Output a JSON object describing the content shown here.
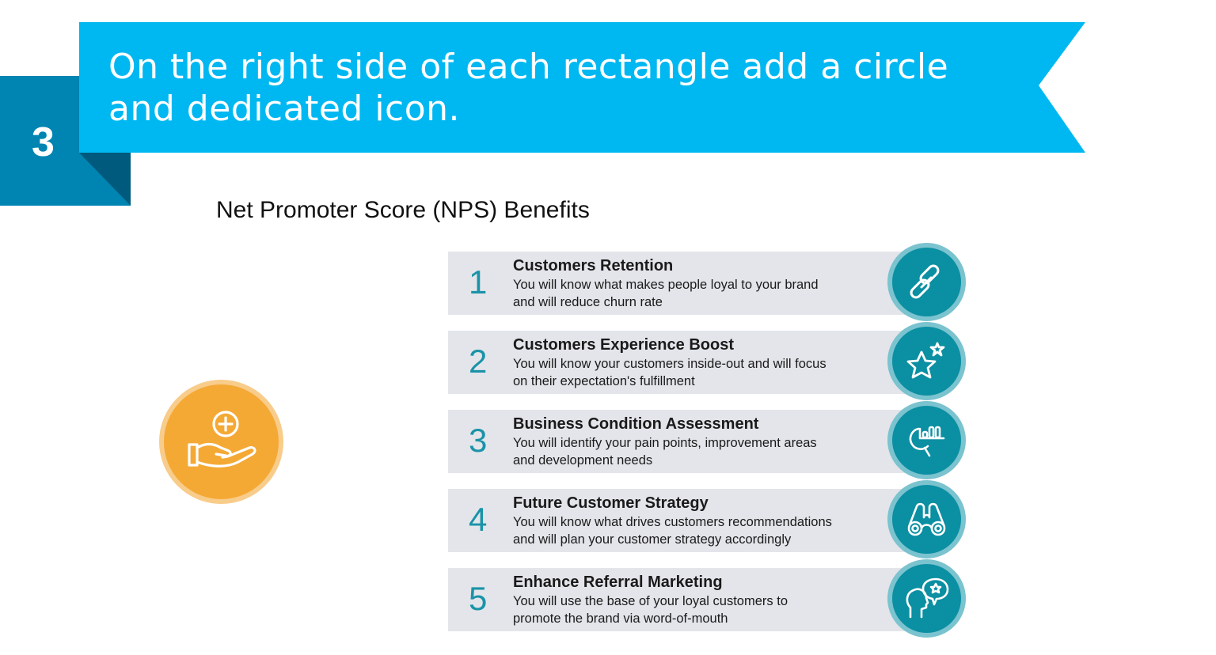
{
  "header": {
    "step_number": "3",
    "instruction_line1": "On the right side of each rectangle add a circle",
    "instruction_line2": "and dedicated icon.",
    "colors": {
      "banner": "#00b8f1",
      "step_block": "#0085b2",
      "step_fold": "#005a7e"
    }
  },
  "slide": {
    "title": "Net Promoter Score (NPS) Benefits",
    "hero_icon": "hand-plus-icon",
    "hero_color": "#f4a935"
  },
  "benefits": [
    {
      "number": "1",
      "title": "Customers Retention",
      "desc1": "You will know what makes people loyal to your brand",
      "desc2": "and will reduce churn rate",
      "icon": "chain-link-icon"
    },
    {
      "number": "2",
      "title": "Customers Experience Boost",
      "desc1": "You will know your customers inside-out and will focus",
      "desc2": "on their expectation's fulfillment",
      "icon": "stars-icon"
    },
    {
      "number": "3",
      "title": "Business Condition Assessment",
      "desc1": "You will identify  your pain points, improvement areas",
      "desc2": "and development needs",
      "icon": "magnifier-chart-icon"
    },
    {
      "number": "4",
      "title": "Future Customer Strategy",
      "desc1": "You will know what drives customers recommendations",
      "desc2": "and will plan your customer strategy accordingly",
      "icon": "binoculars-icon"
    },
    {
      "number": "5",
      "title": "Enhance Referral Marketing",
      "desc1": "You will use the base of your loyal customers to",
      "desc2": "promote the brand via word-of-mouth",
      "icon": "head-speech-star-icon"
    }
  ],
  "colors": {
    "accent_teal": "#0b8fa2",
    "ring_teal": "#7ac3cf",
    "bar_gray": "#e3e5ea",
    "number_teal": "#1a93a8"
  }
}
